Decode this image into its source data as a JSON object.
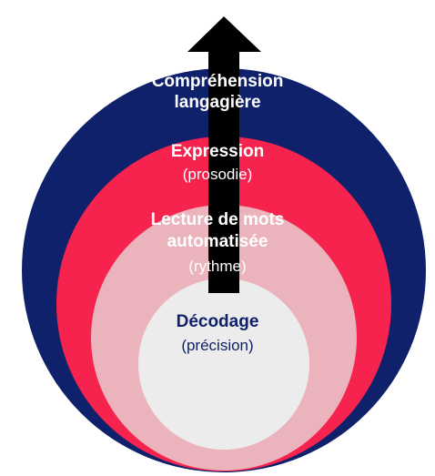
{
  "diagram": {
    "colors": {
      "outer": "#10216b",
      "middle": "#f5234d",
      "inner": "#ebb4bc",
      "core": "#ececec",
      "arrow": "#000000",
      "light_text": "#ffffff",
      "dark_text": "#10216b"
    },
    "levels": [
      {
        "title_line1": "Compréhension",
        "title_line2": "langagière",
        "subtitle": ""
      },
      {
        "title_line1": "Expression",
        "title_line2": "",
        "subtitle": "(prosodie)"
      },
      {
        "title_line1": "Lecture de mots",
        "title_line2": "automatisée",
        "subtitle": "(rythme)"
      },
      {
        "title_line1": "Décodage",
        "title_line2": "",
        "subtitle": "(précision)"
      }
    ]
  }
}
